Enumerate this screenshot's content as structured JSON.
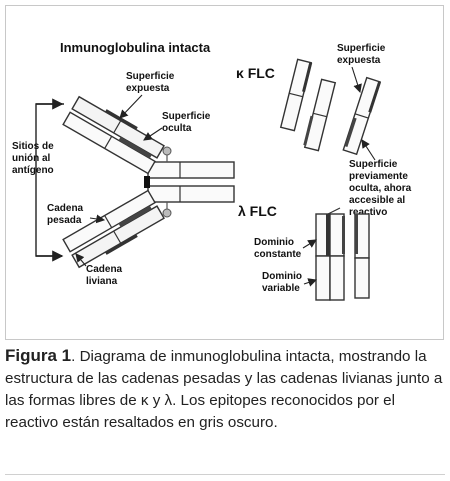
{
  "diagram": {
    "title": "Inmunoglobulina intacta",
    "labels": {
      "superficie_expuesta_1": "Superficie",
      "superficie_expuesta_2": "expuesta",
      "superficie_oculta_1": "Superficie",
      "superficie_oculta_2": "oculta",
      "sitios_1": "Sitios de",
      "sitios_2": "unión al",
      "sitios_3": "antígeno",
      "cadena_pesada_1": "Cadena",
      "cadena_pesada_2": "pesada",
      "cadena_liviana_1": "Cadena",
      "cadena_liviana_2": "liviana",
      "kappa_title": "κ FLC",
      "kappa_expuesta_1": "Superficie",
      "kappa_expuesta_2": "expuesta",
      "prev_1": "Superficie",
      "prev_2": "previamente",
      "prev_3": "oculta, ahora",
      "prev_4": "accesible al",
      "prev_5": "reactivo",
      "lambda_title": "λ FLC",
      "dominio_constante_1": "Dominio",
      "dominio_constante_2": "constante",
      "dominio_variable_1": "Dominio",
      "dominio_variable_2": "variable"
    }
  },
  "caption": {
    "lead": "Figura 1",
    "text": ". Diagrama de inmunoglobulina intacta, mostrando la estructura de las cadenas pesadas y las cadenas livianas junto a las formas libres de κ y λ. Los epitopes reconocidos por el reactivo están resaltados en gris oscuro."
  }
}
